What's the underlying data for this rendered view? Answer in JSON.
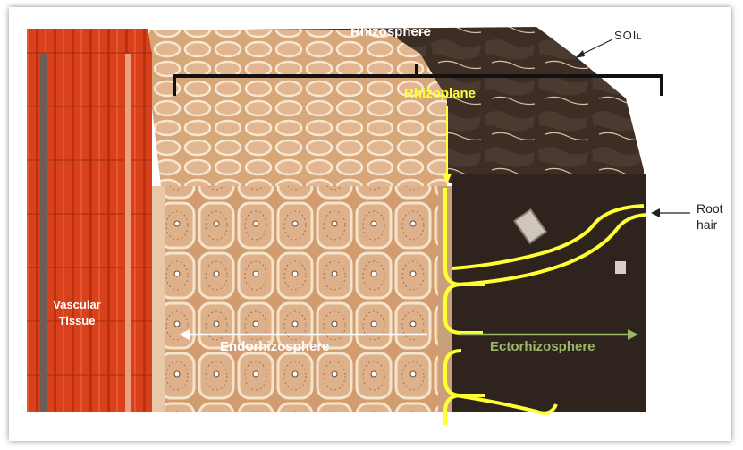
{
  "labels": {
    "rhizosphere": "Rhizosphere",
    "soil": "SOIl",
    "rhizoplane": "Rhizoplane",
    "root_hair_line1": "Root",
    "root_hair_line2": "hair",
    "vascular_line1": "Vascular",
    "vascular_line2": "Tissue",
    "endorhizosphere": "Endorhizosphere",
    "ectorhizosphere": "Ectorhizosphere"
  },
  "colors": {
    "vascular": "#d8411c",
    "cortex": "#d9a97e",
    "cell_wall": "#f3e3cc",
    "soil": "#3a2b22",
    "rhizoplane": "#ffff33",
    "ecto_label": "#9ab86a"
  }
}
